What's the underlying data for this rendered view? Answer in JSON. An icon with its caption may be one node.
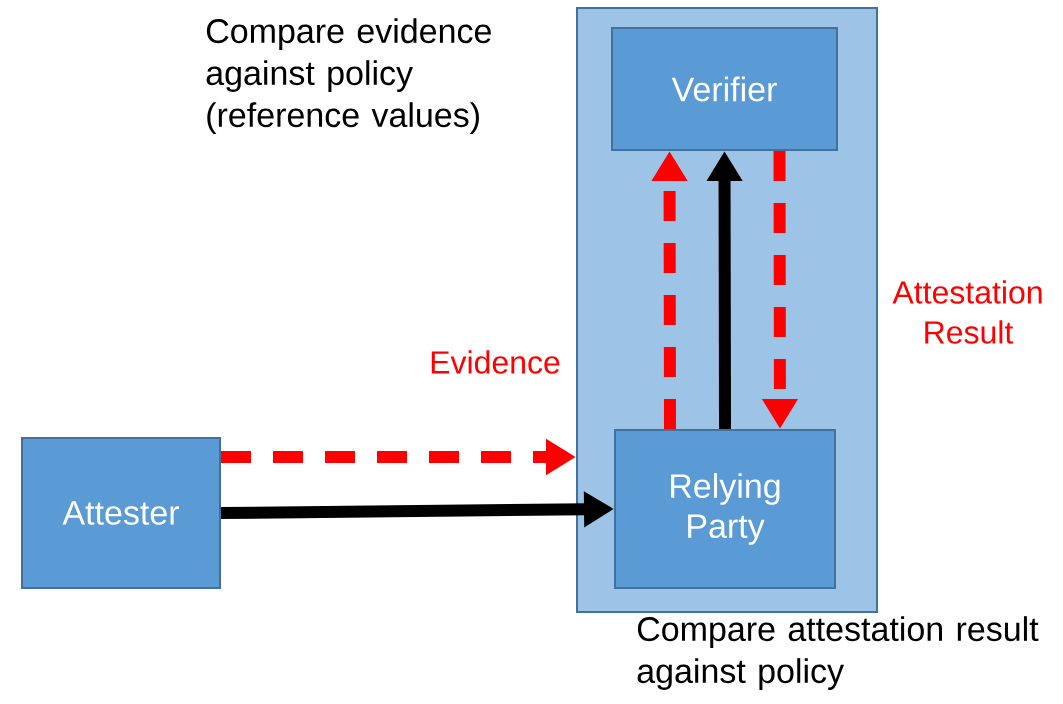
{
  "diagram": {
    "nodes": [
      {
        "text": [],
        "shape": "box"
      },
      {
        "text": [
          "Verifier"
        ],
        "in": 0,
        "beside": [
          "Compare evidence against policy (reference values)"
        ]
      },
      {
        "text": [
          "Relying Party"
        ],
        "in": 0,
        "beside": [
          "Compare attestation result against policy"
        ]
      },
      {
        "text": [
          "Attester"
        ]
      }
    ],
    "edges": [
      {
        "from": 3,
        "to": 0,
        "arrow": "to",
        "style": "dashed",
        "label": "Evidence"
      },
      {
        "from": 3,
        "to": 2,
        "arrow": "to",
        "color": "#000000"
      },
      {
        "from": 2,
        "to": 1,
        "arrow": "to",
        "style": "dashed"
      },
      {
        "from": 2,
        "to": 1,
        "arrow": "to",
        "color": "#000000"
      },
      {
        "from": 1,
        "to": 2,
        "arrow": "to",
        "style": "dashed",
        "label": "Attestation Result"
      }
    ]
  }
}
